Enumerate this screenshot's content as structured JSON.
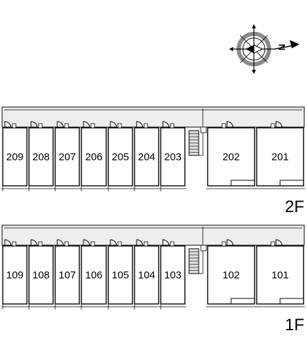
{
  "compass": {
    "icon": "compass-icon",
    "north_letter": "N"
  },
  "floors": [
    {
      "id": "2F",
      "label": "2F",
      "small_units": [
        "209",
        "208",
        "207",
        "206",
        "205",
        "204",
        "203"
      ],
      "large_units": [
        "202",
        "201"
      ]
    },
    {
      "id": "1F",
      "label": "1F",
      "small_units": [
        "109",
        "108",
        "107",
        "106",
        "105",
        "104",
        "103"
      ],
      "large_units": [
        "102",
        "101"
      ]
    }
  ],
  "colors": {
    "corridor": "#eeeeee",
    "line": "#000000",
    "stair_fill": "#dddddd",
    "compass_ring": "#8a8a8a"
  }
}
